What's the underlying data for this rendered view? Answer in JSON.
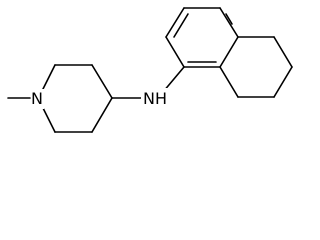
{
  "structure": {
    "atoms": [
      {
        "id": "n_methyl",
        "element": "N",
        "label": "N"
      },
      {
        "id": "n_amine",
        "element": "NH",
        "label": "N"
      },
      {
        "id": "h_amine",
        "element": "H",
        "label": "H"
      }
    ],
    "line_color": "#000000",
    "background": "#ffffff"
  }
}
